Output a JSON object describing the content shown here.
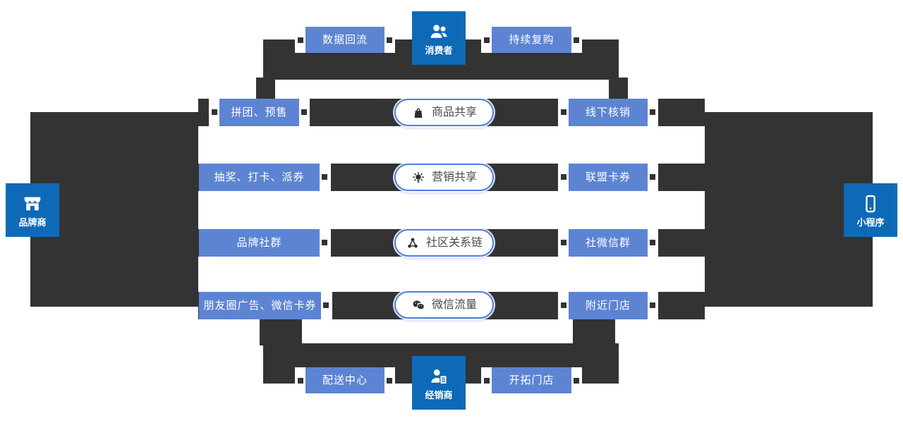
{
  "colors": {
    "hub_blue": "#0e6ab6",
    "link_box_blue": "#5d84d3",
    "connector_dark": "#333333",
    "pill_border_blue": "#4f7de2",
    "pill_text": "#4a4a4a"
  },
  "hubs": {
    "top": {
      "label": "消费者",
      "icon": "people-icon"
    },
    "left": {
      "label": "品牌商",
      "icon": "storefront-icon"
    },
    "right": {
      "label": "小程序",
      "icon": "phone-icon"
    },
    "bottom": {
      "label": "经销商",
      "icon": "person-document-icon"
    }
  },
  "top_links": {
    "left": "数据回流",
    "right": "持续复购"
  },
  "bottom_links": {
    "left": "配送中心",
    "right": "开拓门店"
  },
  "left_column": [
    "拼团、预售",
    "抽奖、打卡、派券",
    "品牌社群",
    "朋友圈广告、微信卡券"
  ],
  "right_column": [
    "线下核销",
    "联盟卡券",
    "社微信群",
    "附近门店"
  ],
  "center_items": [
    {
      "icon": "shopping-bag-icon",
      "label": "商品共享"
    },
    {
      "icon": "idea-bulb-icon",
      "label": "营销共享"
    },
    {
      "icon": "network-nodes-icon",
      "label": "社区关系链"
    },
    {
      "icon": "wechat-icon",
      "label": "微信流量"
    }
  ]
}
